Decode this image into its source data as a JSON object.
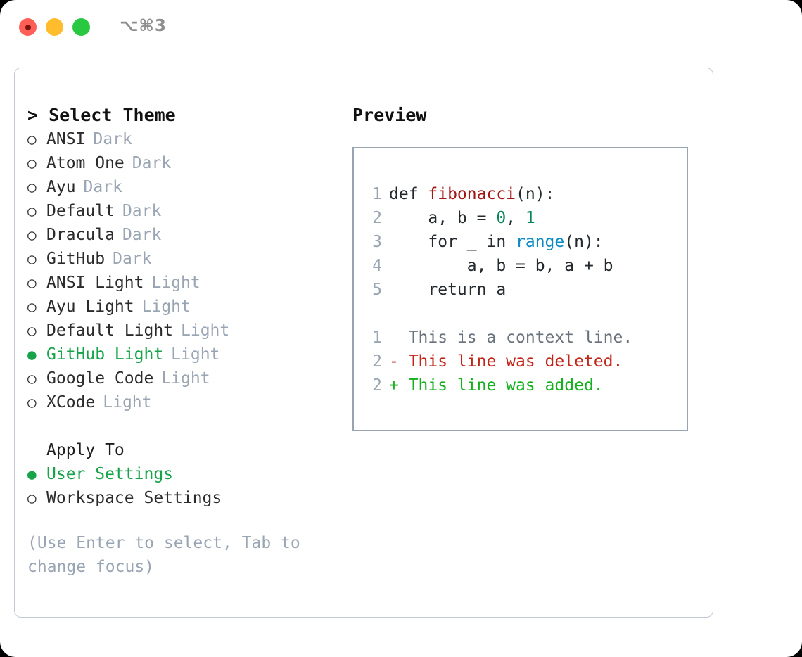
{
  "titlebar": {
    "shortcut": "⌥⌘3",
    "buttons": [
      {
        "name": "close",
        "color": "#ff5f57"
      },
      {
        "name": "minimize",
        "color": "#ffbd2e"
      },
      {
        "name": "zoom",
        "color": "#28c840"
      }
    ]
  },
  "theme_picker": {
    "header": "> Select Theme",
    "items": [
      {
        "marker": "○",
        "label": "ANSI",
        "suffix": "Dark",
        "selected": false
      },
      {
        "marker": "○",
        "label": "Atom One",
        "suffix": "Dark",
        "selected": false
      },
      {
        "marker": "○",
        "label": "Ayu",
        "suffix": "Dark",
        "selected": false
      },
      {
        "marker": "○",
        "label": "Default",
        "suffix": "Dark",
        "selected": false
      },
      {
        "marker": "○",
        "label": "Dracula",
        "suffix": "Dark",
        "selected": false
      },
      {
        "marker": "○",
        "label": "GitHub",
        "suffix": "Dark",
        "selected": false
      },
      {
        "marker": "○",
        "label": "ANSI Light",
        "suffix": "Light",
        "selected": false
      },
      {
        "marker": "○",
        "label": "Ayu Light",
        "suffix": "Light",
        "selected": false
      },
      {
        "marker": "○",
        "label": "Default Light",
        "suffix": "Light",
        "selected": false
      },
      {
        "marker": "●",
        "label": "GitHub Light",
        "suffix": "Light",
        "selected": true
      },
      {
        "marker": "○",
        "label": "Google Code",
        "suffix": "Light",
        "selected": false
      },
      {
        "marker": "○",
        "label": "XCode",
        "suffix": "Light",
        "selected": false
      }
    ]
  },
  "apply_to": {
    "header": "Apply To",
    "items": [
      {
        "marker": "●",
        "label": "User Settings",
        "selected": true
      },
      {
        "marker": "○",
        "label": "Workspace Settings",
        "selected": false
      }
    ]
  },
  "hint": "(Use Enter to select, Tab to change focus)",
  "preview": {
    "title": "Preview",
    "code_lines": [
      {
        "no": "1",
        "parts": [
          {
            "t": "def ",
            "c": "plain"
          },
          {
            "t": "fibonacci",
            "c": "fn"
          },
          {
            "t": "(n):",
            "c": "plain"
          }
        ]
      },
      {
        "no": "2",
        "parts": [
          {
            "t": "    a, b = ",
            "c": "plain"
          },
          {
            "t": "0",
            "c": "num"
          },
          {
            "t": ", ",
            "c": "plain"
          },
          {
            "t": "1",
            "c": "num"
          }
        ]
      },
      {
        "no": "3",
        "parts": [
          {
            "t": "    for _ in ",
            "c": "plain"
          },
          {
            "t": "range",
            "c": "call"
          },
          {
            "t": "(n):",
            "c": "plain"
          }
        ]
      },
      {
        "no": "4",
        "parts": [
          {
            "t": "        a, b = b, a + b",
            "c": "plain"
          }
        ]
      },
      {
        "no": "5",
        "parts": [
          {
            "t": "    return a",
            "c": "plain"
          }
        ]
      }
    ],
    "diff_lines": [
      {
        "no": "1",
        "text": "  This is a context line.",
        "kind": "context"
      },
      {
        "no": "2",
        "text": "- This line was deleted.",
        "kind": "del"
      },
      {
        "no": "2",
        "text": "+ This line was added.",
        "kind": "add"
      }
    ]
  },
  "colors": {
    "accent_green": "#16a34a",
    "muted": "#9aa5b4",
    "border": "#99a4b3",
    "panel_border": "#c3cad4",
    "diff_add": "#16b01f",
    "diff_del": "#c0271a",
    "syntax_fn": "#a31515",
    "syntax_num": "#098658",
    "syntax_call": "#0c8ac4"
  }
}
